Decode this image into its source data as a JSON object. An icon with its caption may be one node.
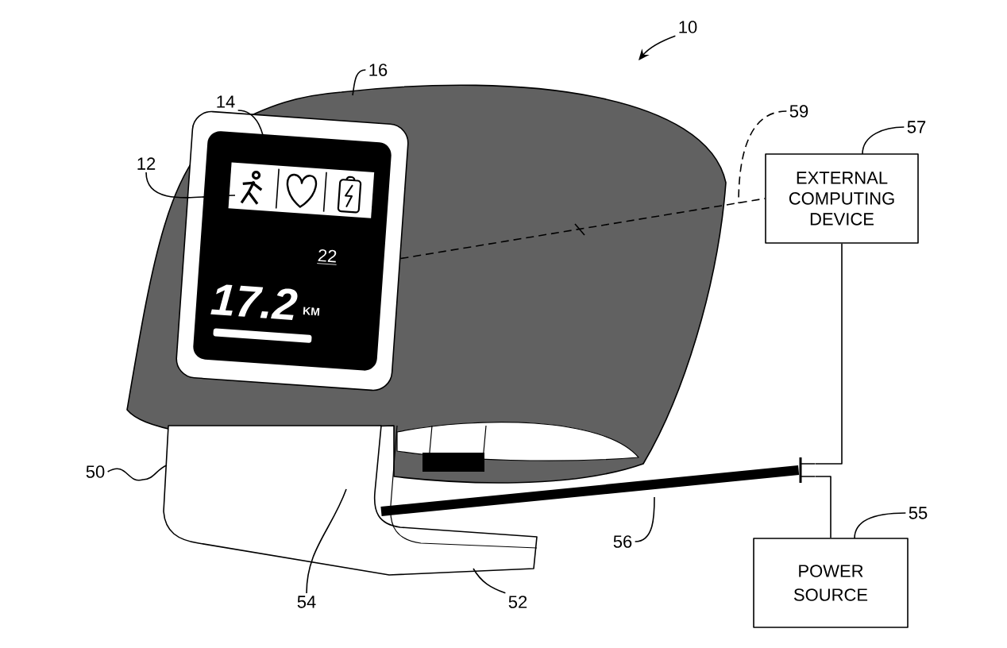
{
  "diagram": {
    "nodes": [
      {
        "text": [
          "EXTERNAL COMPUTING DEVICE"
        ]
      },
      {
        "text": [
          "POWER SOURCE"
        ]
      },
      {
        "text": [],
        "shape": "picture"
      },
      {
        "text": [],
        "shape": "picture"
      },
      {
        "text": [],
        "shape": "picture"
      },
      {
        "text": [
          "10"
        ]
      },
      {
        "text": [
          "16"
        ]
      },
      {
        "text": [
          "14"
        ]
      },
      {
        "text": [
          "12"
        ]
      },
      {
        "text": [
          "59"
        ]
      },
      {
        "text": [
          "57"
        ]
      },
      {
        "text": [
          "55"
        ]
      },
      {
        "text": [
          "50"
        ]
      },
      {
        "text": [
          "56"
        ]
      },
      {
        "text": [
          "54"
        ]
      },
      {
        "text": [
          "52"
        ]
      }
    ],
    "edges": [
      {
        "from": 2,
        "to": 0,
        "arrow": "none",
        "style": "dashed"
      },
      {
        "from": 0,
        "to": 3,
        "arrow": "none"
      },
      {
        "from": 1,
        "to": 3,
        "arrow": "none"
      },
      {
        "from": 4,
        "to": 3,
        "arrow": "none",
        "style": "thick"
      },
      {
        "from": 5,
        "to": null,
        "arrow": "to"
      },
      {
        "from": 6,
        "to": null,
        "arrow": "none"
      },
      {
        "from": 7,
        "to": 2,
        "arrow": "none"
      },
      {
        "from": 8,
        "to": 2,
        "arrow": "none"
      },
      {
        "from": 9,
        "to": null,
        "arrow": "none",
        "style": "dashed"
      },
      {
        "from": 10,
        "to": 0,
        "arrow": "none"
      },
      {
        "from": 11,
        "to": 1,
        "arrow": "none"
      },
      {
        "from": 12,
        "to": 4,
        "arrow": "none"
      },
      {
        "from": 13,
        "to": null,
        "arrow": "none"
      },
      {
        "from": 14,
        "to": 4,
        "arrow": "none"
      },
      {
        "from": 15,
        "to": 4,
        "arrow": "none"
      }
    ],
    "labels": [
      "22",
      "17.2",
      "KM"
    ]
  }
}
